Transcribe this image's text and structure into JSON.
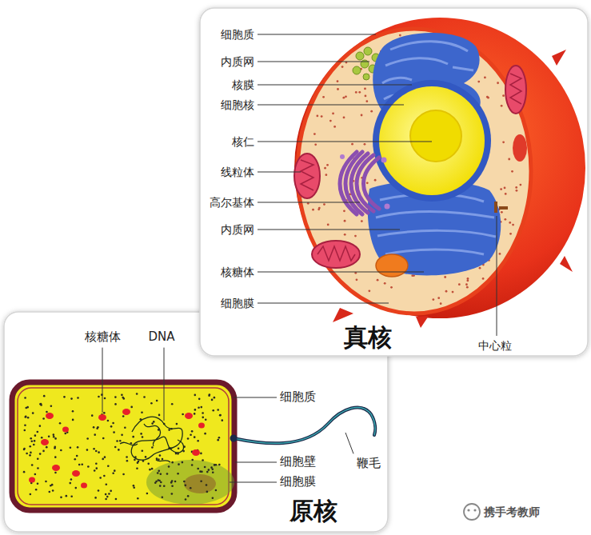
{
  "diagram": {
    "nodes": [
      {
        "text": [
          "真核"
        ]
      },
      {
        "text": [
          "原核"
        ]
      }
    ],
    "labels": [
      "细胞质",
      "内质网",
      "核膜",
      "细胞核",
      "核仁",
      "线粒体",
      "高尔基体",
      "内质网",
      "核糖体",
      "细胞膜",
      "中心粒",
      "核糖体",
      "DNA",
      "细胞质",
      "细胞壁",
      "细胞膜",
      "鞭毛",
      "携手考教师"
    ]
  }
}
